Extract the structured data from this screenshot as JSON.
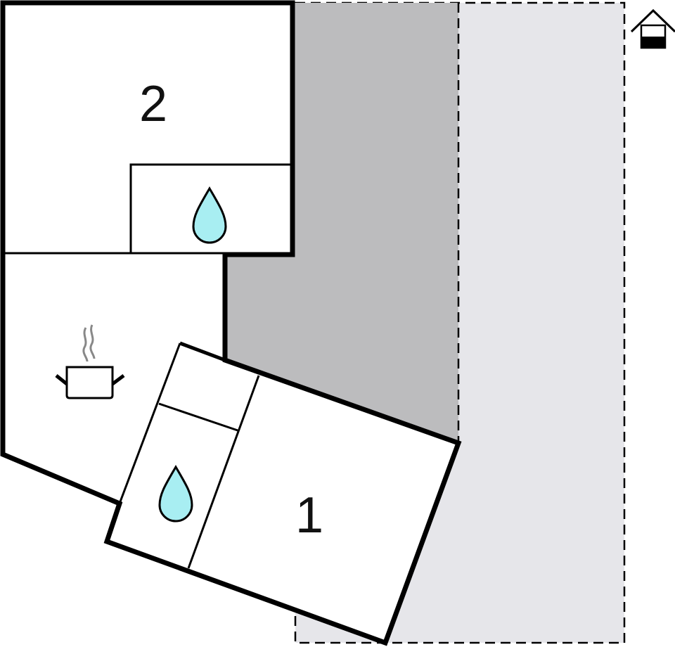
{
  "rooms": [
    {
      "label": "2",
      "type": "bedroom"
    },
    {
      "label": "1",
      "type": "bedroom"
    }
  ],
  "icons": {
    "bathroom": "water-drop-icon",
    "kitchen": "cooking-pot-icon",
    "house": "house-icon"
  },
  "colors": {
    "wall": "#000000",
    "terrace": "#bcbcbe",
    "plot": "#e6e6ea",
    "water": "#a8eef2"
  }
}
